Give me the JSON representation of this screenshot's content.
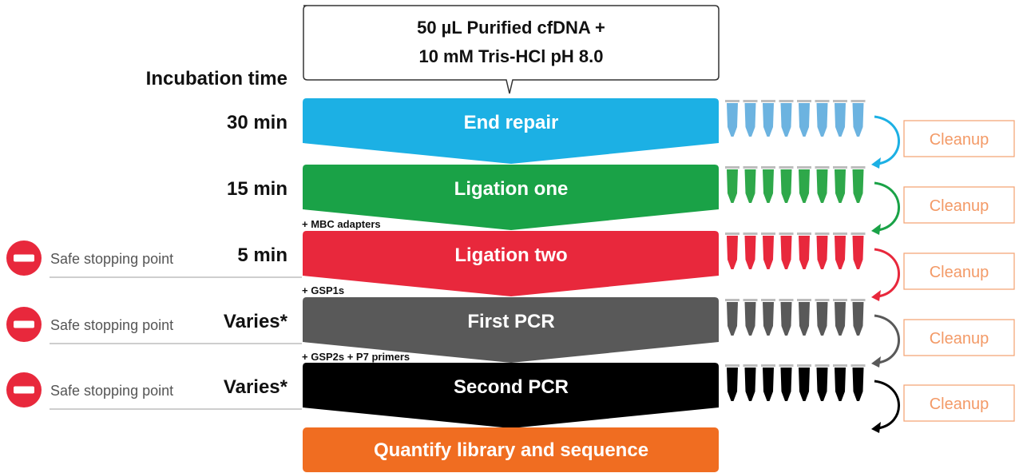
{
  "input": {
    "line1": "50 µL Purified cfDNA +",
    "line2": "10 mM Tris-HCl pH 8.0"
  },
  "incubation_header": "Incubation time",
  "steps": [
    {
      "label": "End repair",
      "time": "30 min",
      "color": "#1cb0e4",
      "tube_color": "#6cb3e0",
      "arrow_color": "#1cb0e4",
      "reagent": "",
      "safe_stop": false
    },
    {
      "label": "Ligation one",
      "time": "15 min",
      "color": "#1aa247",
      "tube_color": "#2ea84a",
      "arrow_color": "#1aa247",
      "reagent": "+ MBC adapters",
      "safe_stop": false
    },
    {
      "label": "Ligation two",
      "time": "5 min",
      "color": "#e8283c",
      "tube_color": "#e8283c",
      "arrow_color": "#e8283c",
      "reagent": "+ GSP1s",
      "safe_stop": true
    },
    {
      "label": "First PCR",
      "time": "Varies*",
      "color": "#595959",
      "tube_color": "#595959",
      "arrow_color": "#595959",
      "reagent": "+ GSP2s + P7 primers",
      "safe_stop": true
    },
    {
      "label": "Second PCR",
      "time": "Varies*",
      "color": "#000000",
      "tube_color": "#000000",
      "arrow_color": "#000000",
      "reagent": "",
      "safe_stop": true
    }
  ],
  "final_step": {
    "label": "Quantify library and sequence",
    "color": "#f06d21"
  },
  "safe_stop_label": "Safe stopping point",
  "cleanup_label": "Cleanup",
  "colors": {
    "cleanup_border": "#f5a77a",
    "cleanup_text": "#f39a67",
    "stop_icon": "#e8283c",
    "divider": "#b0b0b0"
  }
}
